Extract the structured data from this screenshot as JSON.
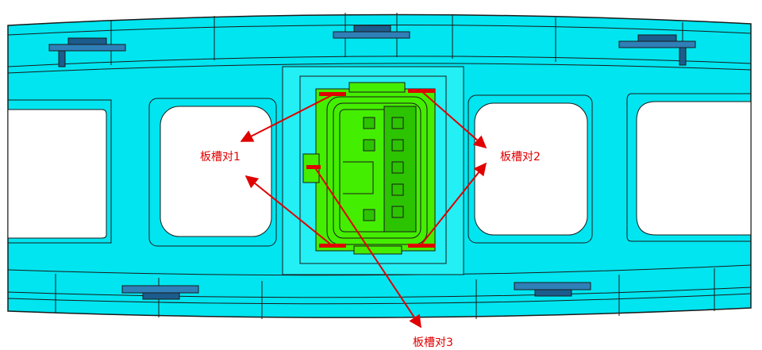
{
  "colors": {
    "frame": "#00e5f0",
    "frame_light": "#22f0f5",
    "outline": "#1a1a1a",
    "window": "#ffffff",
    "clip": "#2f7fb8",
    "clip_dark": "#1c5c8c",
    "connector": "#44ee00",
    "connector_dark": "#2cc400",
    "slot_mark": "#e00000",
    "arrow": "#e00000"
  },
  "labels": {
    "pair1": "板槽对1",
    "pair2": "板槽对2",
    "pair3": "板槽对3"
  }
}
